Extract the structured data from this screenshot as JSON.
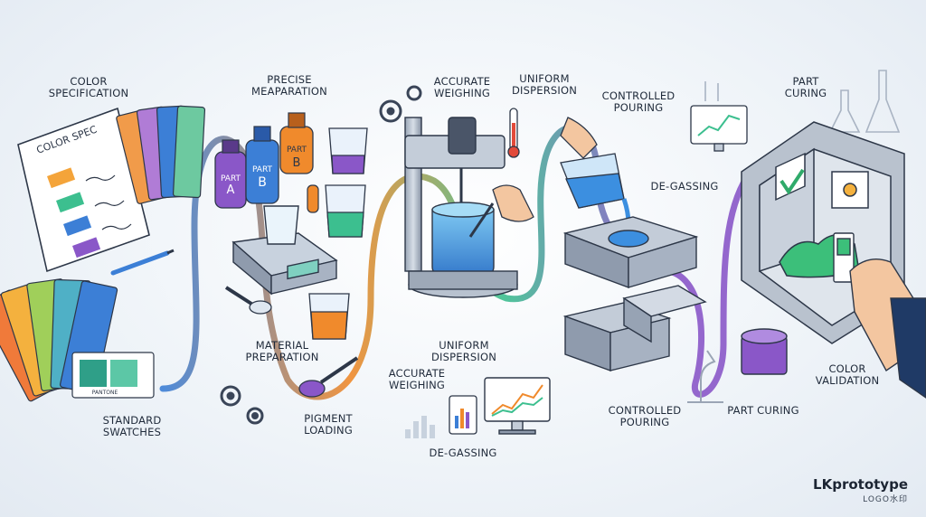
{
  "steps_top": [
    {
      "id": "color-specification",
      "lines": [
        "COLOR",
        "SPECIFICATION"
      ]
    },
    {
      "id": "precise-mepraration",
      "lines": [
        "PRECISE",
        "MEAPARATION"
      ]
    },
    {
      "id": "accurate-weighing-top",
      "lines": [
        "ACCURATE",
        "WEIGHING"
      ]
    },
    {
      "id": "uniform-dispersion-top",
      "lines": [
        "UNIFORM",
        "DISPERSION"
      ]
    },
    {
      "id": "controlled-pouring-top",
      "lines": [
        "CONTROLLED",
        "POURING"
      ]
    },
    {
      "id": "de-gassing-top",
      "lines": [
        "DE-GASSING"
      ]
    },
    {
      "id": "part-curing-top",
      "lines": [
        "PART",
        "CURING"
      ]
    }
  ],
  "steps_bottom": [
    {
      "id": "standard-swatches",
      "lines": [
        "STANDARD",
        "SWATCHES"
      ]
    },
    {
      "id": "material-preparation",
      "lines": [
        "MATERIAL",
        "PREPARATION"
      ]
    },
    {
      "id": "pigment-loading",
      "lines": [
        "PIGMENT",
        "LOADING"
      ]
    },
    {
      "id": "accurate-weighing-bottom",
      "lines": [
        "ACCURATE",
        "WEIGHING"
      ]
    },
    {
      "id": "uniform-dispersion-bottom",
      "lines": [
        "UNIFORM",
        "DISPERSION"
      ]
    },
    {
      "id": "de-gassing-bottom",
      "lines": [
        "DE-GASSING"
      ]
    },
    {
      "id": "controlled-pouring-bottom",
      "lines": [
        "CONTROLLED",
        "POURING"
      ]
    },
    {
      "id": "part-curing-bottom",
      "lines": [
        "PART CURING"
      ]
    },
    {
      "id": "color-validation",
      "lines": [
        "COLOR",
        "VALIDATION"
      ]
    }
  ],
  "illustration_text": {
    "color_spec_doc": "COLOR SPEC",
    "bottle_a": [
      "PART",
      "A"
    ],
    "bottle_b": [
      "PART",
      "B"
    ],
    "bottle_c": [
      "PART",
      "B"
    ],
    "swatch_brand": "PANTONE"
  },
  "colors": {
    "flow_blue": "#3c7fd6",
    "flow_orange": "#f08a2c",
    "flow_green": "#3cbf8f",
    "flow_purple": "#8a57c8",
    "ink": "#1f2a3a"
  },
  "brand": {
    "name": "LKprototype",
    "sub": "LOGO水印"
  }
}
